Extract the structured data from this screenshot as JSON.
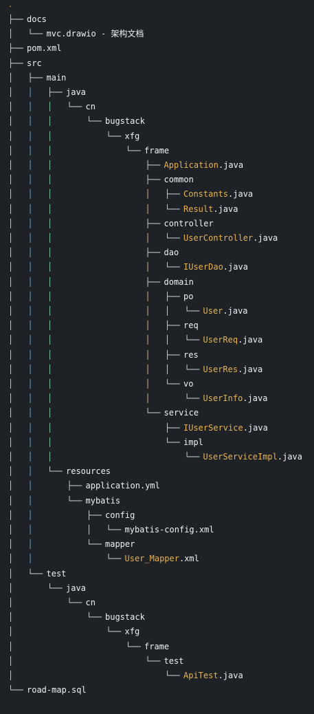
{
  "colors": {
    "background": "#1e2227",
    "highlight": "#e6b24c",
    "text": "#eef0f2",
    "guide_white": "#cfd3d8",
    "guide_blue": "#6fa7c9",
    "guide_green": "#7cc9a3",
    "guide_yellow": "#d5bf73"
  },
  "root_marker": ".",
  "tree": [
    {
      "id": "docs",
      "label": "docs",
      "highlight": "",
      "ext": "",
      "note": "",
      "depth": 0,
      "last": false
    },
    {
      "id": "mvc",
      "label": "mvc.drawio",
      "highlight": "",
      "ext": "",
      "note": "- 架构文档",
      "depth": 1,
      "last": true
    },
    {
      "id": "pom",
      "label": "pom.xml",
      "highlight": "",
      "ext": "",
      "note": "",
      "depth": 0,
      "last": false
    },
    {
      "id": "src",
      "label": "src",
      "highlight": "",
      "ext": "",
      "note": "",
      "depth": 0,
      "last": false
    },
    {
      "id": "main",
      "label": "main",
      "highlight": "",
      "ext": "",
      "note": "",
      "depth": 1,
      "last": false
    },
    {
      "id": "java1",
      "label": "java",
      "highlight": "",
      "ext": "",
      "note": "",
      "depth": 2,
      "last": false
    },
    {
      "id": "cn1",
      "label": "cn",
      "highlight": "",
      "ext": "",
      "note": "",
      "depth": 3,
      "last": true
    },
    {
      "id": "bugstack1",
      "label": "bugstack",
      "highlight": "",
      "ext": "",
      "note": "",
      "depth": 4,
      "last": true
    },
    {
      "id": "xfg1",
      "label": "xfg",
      "highlight": "",
      "ext": "",
      "note": "",
      "depth": 5,
      "last": true
    },
    {
      "id": "frame1",
      "label": "frame",
      "highlight": "",
      "ext": "",
      "note": "",
      "depth": 6,
      "last": true
    },
    {
      "id": "application",
      "label": "",
      "highlight": "Application",
      "ext": ".java",
      "note": "",
      "depth": 7,
      "last": false
    },
    {
      "id": "common",
      "label": "common",
      "highlight": "",
      "ext": "",
      "note": "",
      "depth": 7,
      "last": false
    },
    {
      "id": "constants",
      "label": "",
      "highlight": "Constants",
      "ext": ".java",
      "note": "",
      "depth": 8,
      "last": false
    },
    {
      "id": "result",
      "label": "",
      "highlight": "Result",
      "ext": ".java",
      "note": "",
      "depth": 8,
      "last": true
    },
    {
      "id": "controller",
      "label": "controller",
      "highlight": "",
      "ext": "",
      "note": "",
      "depth": 7,
      "last": false
    },
    {
      "id": "usercontroller",
      "label": "",
      "highlight": "UserController",
      "ext": ".java",
      "note": "",
      "depth": 8,
      "last": true
    },
    {
      "id": "dao",
      "label": "dao",
      "highlight": "",
      "ext": "",
      "note": "",
      "depth": 7,
      "last": false
    },
    {
      "id": "iuserdao",
      "label": "",
      "highlight": "IUserDao",
      "ext": ".java",
      "note": "",
      "depth": 8,
      "last": true
    },
    {
      "id": "domain",
      "label": "domain",
      "highlight": "",
      "ext": "",
      "note": "",
      "depth": 7,
      "last": false
    },
    {
      "id": "po",
      "label": "po",
      "highlight": "",
      "ext": "",
      "note": "",
      "depth": 8,
      "last": false
    },
    {
      "id": "user",
      "label": "",
      "highlight": "User",
      "ext": ".java",
      "note": "",
      "depth": 9,
      "last": true
    },
    {
      "id": "req",
      "label": "req",
      "highlight": "",
      "ext": "",
      "note": "",
      "depth": 8,
      "last": false
    },
    {
      "id": "userreq",
      "label": "",
      "highlight": "UserReq",
      "ext": ".java",
      "note": "",
      "depth": 9,
      "last": true
    },
    {
      "id": "res",
      "label": "res",
      "highlight": "",
      "ext": "",
      "note": "",
      "depth": 8,
      "last": false
    },
    {
      "id": "userres",
      "label": "",
      "highlight": "UserRes",
      "ext": ".java",
      "note": "",
      "depth": 9,
      "last": true
    },
    {
      "id": "vo",
      "label": "vo",
      "highlight": "",
      "ext": "",
      "note": "",
      "depth": 8,
      "last": true
    },
    {
      "id": "userinfo",
      "label": "",
      "highlight": "UserInfo",
      "ext": ".java",
      "note": "",
      "depth": 9,
      "last": true
    },
    {
      "id": "service",
      "label": "service",
      "highlight": "",
      "ext": "",
      "note": "",
      "depth": 7,
      "last": true
    },
    {
      "id": "iuserservice",
      "label": "",
      "highlight": "IUserService",
      "ext": ".java",
      "note": "",
      "depth": 8,
      "last": false
    },
    {
      "id": "impl",
      "label": "impl",
      "highlight": "",
      "ext": "",
      "note": "",
      "depth": 8,
      "last": true
    },
    {
      "id": "userserviceimpl",
      "label": "",
      "highlight": "UserServiceImpl",
      "ext": ".java",
      "note": "",
      "depth": 9,
      "last": true
    },
    {
      "id": "resources",
      "label": "resources",
      "highlight": "",
      "ext": "",
      "note": "",
      "depth": 2,
      "last": true
    },
    {
      "id": "applicationyml",
      "label": "application.yml",
      "highlight": "",
      "ext": "",
      "note": "",
      "depth": 3,
      "last": false
    },
    {
      "id": "mybatis",
      "label": "mybatis",
      "highlight": "",
      "ext": "",
      "note": "",
      "depth": 3,
      "last": true
    },
    {
      "id": "config",
      "label": "config",
      "highlight": "",
      "ext": "",
      "note": "",
      "depth": 4,
      "last": false
    },
    {
      "id": "mybatisconfig",
      "label": "mybatis-config.xml",
      "highlight": "",
      "ext": "",
      "note": "",
      "depth": 5,
      "last": true
    },
    {
      "id": "mapper",
      "label": "mapper",
      "highlight": "",
      "ext": "",
      "note": "",
      "depth": 4,
      "last": true
    },
    {
      "id": "usermapper",
      "label": "",
      "highlight": "User_Mapper",
      "ext": ".xml",
      "note": "",
      "depth": 5,
      "last": true
    },
    {
      "id": "test",
      "label": "test",
      "highlight": "",
      "ext": "",
      "note": "",
      "depth": 1,
      "last": true
    },
    {
      "id": "java2",
      "label": "java",
      "highlight": "",
      "ext": "",
      "note": "",
      "depth": 2,
      "last": true
    },
    {
      "id": "cn2",
      "label": "cn",
      "highlight": "",
      "ext": "",
      "note": "",
      "depth": 3,
      "last": true
    },
    {
      "id": "bugstack2",
      "label": "bugstack",
      "highlight": "",
      "ext": "",
      "note": "",
      "depth": 4,
      "last": true
    },
    {
      "id": "xfg2",
      "label": "xfg",
      "highlight": "",
      "ext": "",
      "note": "",
      "depth": 5,
      "last": true
    },
    {
      "id": "frame2",
      "label": "frame",
      "highlight": "",
      "ext": "",
      "note": "",
      "depth": 6,
      "last": true
    },
    {
      "id": "test2",
      "label": "test",
      "highlight": "",
      "ext": "",
      "note": "",
      "depth": 7,
      "last": true
    },
    {
      "id": "apitest",
      "label": "",
      "highlight": "ApiTest",
      "ext": ".java",
      "note": "",
      "depth": 8,
      "last": true
    },
    {
      "id": "roadmap",
      "label": "road-map.sql",
      "highlight": "",
      "ext": "",
      "note": "",
      "depth": 0,
      "last": true
    }
  ]
}
